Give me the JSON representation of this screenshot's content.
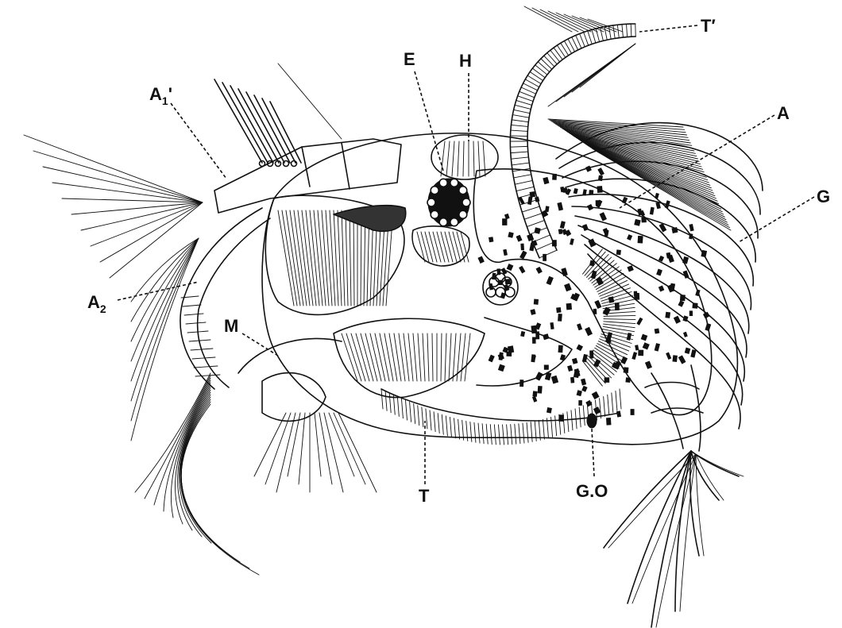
{
  "figure": {
    "labels": {
      "A1": {
        "main": "A",
        "sub": "1",
        "mark": "'"
      },
      "A2": {
        "main": "A",
        "sub": "2"
      },
      "M": "M",
      "E": "E",
      "H": "H",
      "T_prime": "T′",
      "A": "A",
      "G": "G",
      "T": "T",
      "GO": "G.O"
    }
  }
}
